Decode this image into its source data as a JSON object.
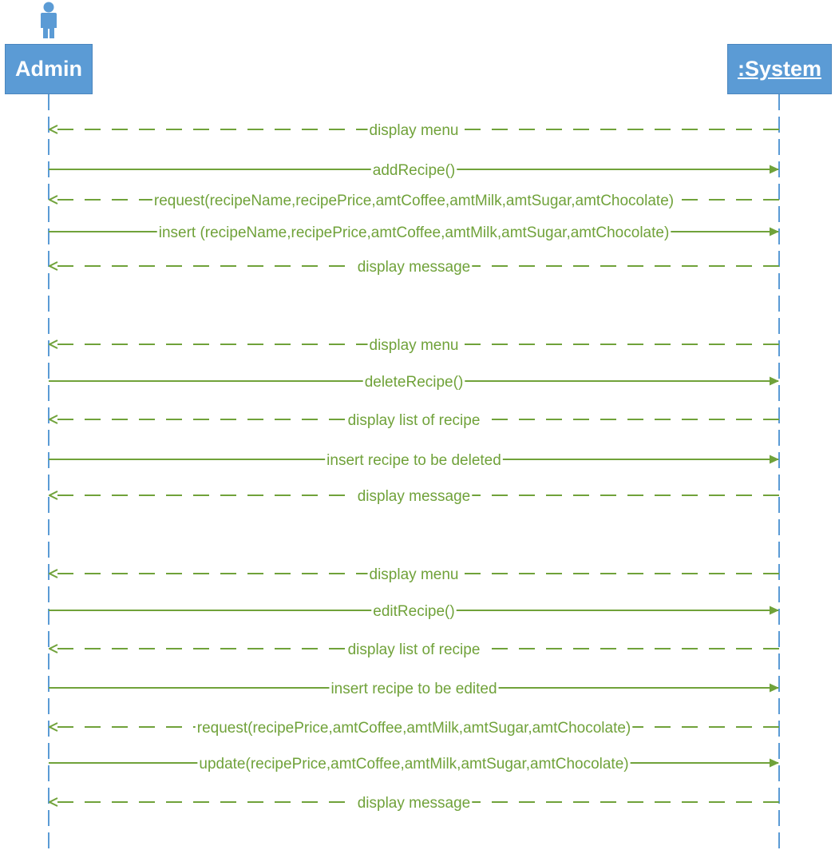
{
  "participants": {
    "admin": "Admin",
    "system": ":System"
  },
  "colors": {
    "participant_fill": "#5b9bd5",
    "lifeline": "#5b9bd5",
    "message": "#70a23a"
  },
  "icons": {
    "actor": "person-icon"
  },
  "messages": [
    {
      "label": "display menu",
      "direction": "to-admin",
      "style": "dashed"
    },
    {
      "label": "addRecipe()",
      "direction": "to-system",
      "style": "solid"
    },
    {
      "label": "request(recipeName,recipePrice,amtCoffee,amtMilk,amtSugar,amtChocolate)",
      "direction": "to-admin",
      "style": "dashed"
    },
    {
      "label": "insert (recipeName,recipePrice,amtCoffee,amtMilk,amtSugar,amtChocolate)",
      "direction": "to-system",
      "style": "solid"
    },
    {
      "label": "display message",
      "direction": "to-admin",
      "style": "dashed"
    },
    {
      "label": "display menu",
      "direction": "to-admin",
      "style": "dashed"
    },
    {
      "label": "deleteRecipe()",
      "direction": "to-system",
      "style": "solid"
    },
    {
      "label": "display list of recipe",
      "direction": "to-admin",
      "style": "dashed"
    },
    {
      "label": "insert recipe to be deleted",
      "direction": "to-system",
      "style": "solid"
    },
    {
      "label": "display message",
      "direction": "to-admin",
      "style": "dashed"
    },
    {
      "label": "display menu",
      "direction": "to-admin",
      "style": "dashed"
    },
    {
      "label": "editRecipe()",
      "direction": "to-system",
      "style": "solid"
    },
    {
      "label": "display list of recipe",
      "direction": "to-admin",
      "style": "dashed"
    },
    {
      "label": "insert recipe to be edited",
      "direction": "to-system",
      "style": "solid"
    },
    {
      "label": "request(recipePrice,amtCoffee,amtMilk,amtSugar,amtChocolate)",
      "direction": "to-admin",
      "style": "dashed"
    },
    {
      "label": "update(recipePrice,amtCoffee,amtMilk,amtSugar,amtChocolate)",
      "direction": "to-system",
      "style": "solid"
    },
    {
      "label": "display message",
      "direction": "to-admin",
      "style": "dashed"
    }
  ]
}
